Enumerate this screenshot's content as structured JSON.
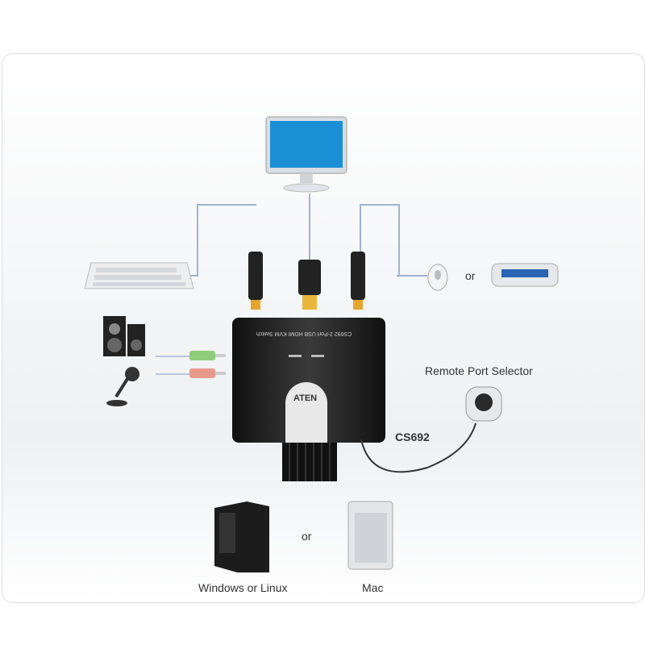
{
  "labels": {
    "or_peripheral": "or",
    "remote_port_selector": "Remote Port Selector",
    "model": "CS692",
    "or_computer": "or",
    "windows_linux": "Windows or Linux",
    "mac": "Mac"
  },
  "device": {
    "brand_logo": "ATEN",
    "top_text": "CS692 2-Port USB HDMI KVM Switch"
  },
  "colors": {
    "cable": "#9fb3d0",
    "device": "#1e1e1e",
    "audio_green": "#8fcc7a",
    "audio_pink": "#e79a8c"
  }
}
